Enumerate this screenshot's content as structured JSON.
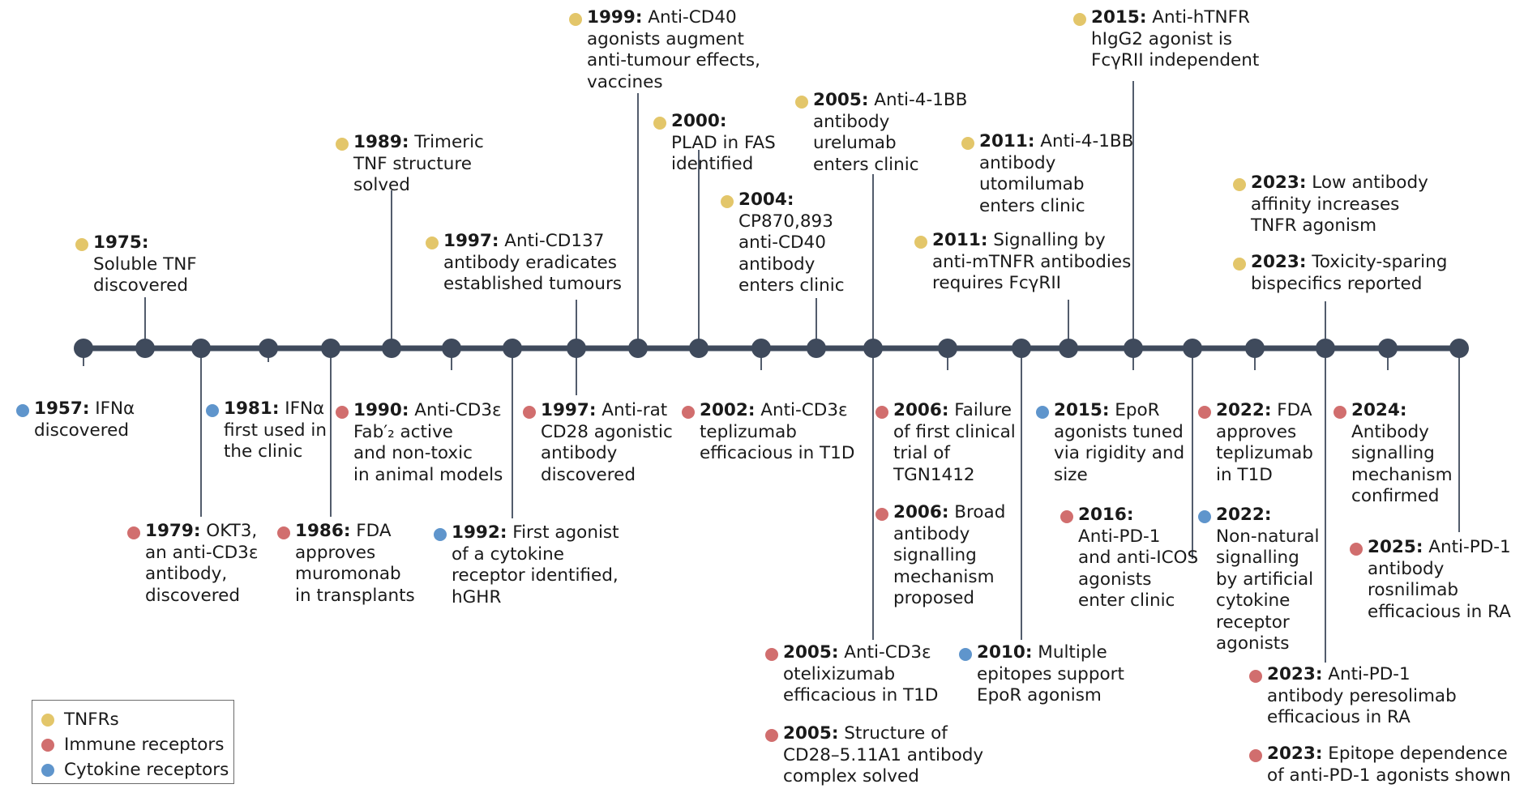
{
  "colors": {
    "tnfr": "#e3c66a",
    "immune": "#d16e6e",
    "cytokine": "#5f95cc",
    "axis": "#3f4a5c",
    "connector": "#3f4a5c"
  },
  "legend": [
    {
      "category": "tnfr",
      "label": "TNFRs"
    },
    {
      "category": "immune",
      "label": "Immune receptors"
    },
    {
      "category": "cytokine",
      "label": "Cytokine receptors"
    }
  ],
  "events": [
    {
      "id": "e1957",
      "category": "cytokine",
      "year": "1957:",
      "lines": [
        "IFNα",
        "discovered"
      ]
    },
    {
      "id": "e1975",
      "category": "tnfr",
      "year": "1975:",
      "lines": [
        "",
        "Soluble TNF",
        "discovered"
      ]
    },
    {
      "id": "e1979",
      "category": "immune",
      "year": "1979:",
      "lines": [
        "OKT3,",
        "an anti-CD3ε",
        "antibody,",
        "discovered"
      ]
    },
    {
      "id": "e1981",
      "category": "cytokine",
      "year": "1981:",
      "lines": [
        "IFNα",
        "first used in",
        "the clinic"
      ]
    },
    {
      "id": "e1986",
      "category": "immune",
      "year": "1986:",
      "lines": [
        "FDA",
        "approves",
        "muromonab",
        "in transplants"
      ]
    },
    {
      "id": "e1989",
      "category": "tnfr",
      "year": "1989:",
      "lines": [
        "Trimeric",
        "TNF structure",
        "solved"
      ]
    },
    {
      "id": "e1990",
      "category": "immune",
      "year": "1990:",
      "lines": [
        "Anti-CD3ε",
        "Fab′₂ active",
        "and non-toxic",
        "in animal models"
      ]
    },
    {
      "id": "e1992",
      "category": "cytokine",
      "year": "1992:",
      "lines": [
        "First agonist",
        "of a cytokine",
        "receptor identified,",
        "hGHR"
      ]
    },
    {
      "id": "e1997a",
      "category": "tnfr",
      "year": "1997:",
      "lines": [
        "Anti-CD137",
        "antibody eradicates",
        "established tumours"
      ]
    },
    {
      "id": "e1997b",
      "category": "immune",
      "year": "1997:",
      "lines": [
        "Anti-rat",
        "CD28 agonistic",
        "antibody",
        "discovered"
      ]
    },
    {
      "id": "e1999",
      "category": "tnfr",
      "year": "1999:",
      "lines": [
        "Anti-CD40",
        "agonists augment",
        "anti-tumour effects,",
        "vaccines"
      ]
    },
    {
      "id": "e2000",
      "category": "tnfr",
      "year": "2000:",
      "lines": [
        "",
        "PLAD in FAS",
        "identified"
      ]
    },
    {
      "id": "e2002",
      "category": "immune",
      "year": "2002:",
      "lines": [
        "Anti-CD3ε",
        "teplizumab",
        "efficacious in T1D"
      ]
    },
    {
      "id": "e2004",
      "category": "tnfr",
      "year": "2004:",
      "lines": [
        "",
        "CP870,893",
        "anti-CD40",
        "antibody",
        "enters clinic"
      ]
    },
    {
      "id": "e2005a",
      "category": "tnfr",
      "year": "2005:",
      "lines": [
        "Anti-4-1BB",
        "antibody",
        "urelumab",
        "enters clinic"
      ]
    },
    {
      "id": "e2005b",
      "category": "immune",
      "year": "2005:",
      "lines": [
        "Anti-CD3ε",
        "otelixizumab",
        "efficacious in T1D"
      ]
    },
    {
      "id": "e2005c",
      "category": "immune",
      "year": "2005:",
      "lines": [
        "Structure of",
        "CD28–5.11A1 antibody",
        "complex solved"
      ]
    },
    {
      "id": "e2006a",
      "category": "immune",
      "year": "2006:",
      "lines": [
        "Failure",
        "of first clinical",
        "trial of",
        "TGN1412"
      ]
    },
    {
      "id": "e2006b",
      "category": "immune",
      "year": "2006:",
      "lines": [
        "Broad",
        "antibody",
        "signalling",
        "mechanism",
        "proposed"
      ]
    },
    {
      "id": "e2010",
      "category": "cytokine",
      "year": "2010:",
      "lines": [
        "Multiple",
        "epitopes support",
        "EpoR agonism"
      ]
    },
    {
      "id": "e2011a",
      "category": "tnfr",
      "year": "2011:",
      "lines": [
        "Anti-4-1BB",
        "antibody",
        "utomilumab",
        "enters clinic"
      ]
    },
    {
      "id": "e2011b",
      "category": "tnfr",
      "year": "2011:",
      "lines": [
        "Signalling by",
        "anti-mTNFR antibodies",
        "requires FcγRII"
      ]
    },
    {
      "id": "e2015a",
      "category": "tnfr",
      "year": "2015:",
      "lines": [
        "Anti-hTNFR",
        "hIgG2 agonist is",
        "FcγRII independent"
      ]
    },
    {
      "id": "e2015b",
      "category": "cytokine",
      "year": "2015:",
      "lines": [
        "EpoR",
        "agonists tuned",
        "via rigidity and",
        "size"
      ]
    },
    {
      "id": "e2016",
      "category": "immune",
      "year": "2016:",
      "lines": [
        "",
        "Anti-PD-1",
        "and anti-ICOS",
        "agonists",
        "enter clinic"
      ]
    },
    {
      "id": "e2022a",
      "category": "immune",
      "year": "2022:",
      "lines": [
        "FDA",
        "approves",
        "teplizumab",
        "in T1D"
      ]
    },
    {
      "id": "e2022b",
      "category": "cytokine",
      "year": "2022:",
      "lines": [
        "",
        "Non-natural",
        "signalling",
        "by artificial",
        "cytokine",
        "receptor",
        "agonists"
      ]
    },
    {
      "id": "e2023a",
      "category": "tnfr",
      "year": "2023:",
      "lines": [
        "Low antibody",
        "affinity increases",
        "TNFR agonism"
      ]
    },
    {
      "id": "e2023b",
      "category": "tnfr",
      "year": "2023:",
      "lines": [
        "Toxicity-sparing",
        "bispecifics reported"
      ]
    },
    {
      "id": "e2023c",
      "category": "immune",
      "year": "2023:",
      "lines": [
        "Anti-PD-1",
        "antibody peresolimab",
        "efficacious in RA"
      ]
    },
    {
      "id": "e2023d",
      "category": "immune",
      "year": "2023:",
      "lines": [
        "Epitope dependence",
        "of anti-PD-1 agonists shown"
      ]
    },
    {
      "id": "e2024",
      "category": "immune",
      "year": "2024:",
      "lines": [
        "",
        "Antibody",
        "signalling",
        "mechanism",
        "confirmed"
      ]
    },
    {
      "id": "e2025",
      "category": "immune",
      "year": "2025:",
      "lines": [
        "Anti-PD-1",
        "antibody",
        "rosnilimab",
        "efficacious in RA"
      ]
    }
  ]
}
